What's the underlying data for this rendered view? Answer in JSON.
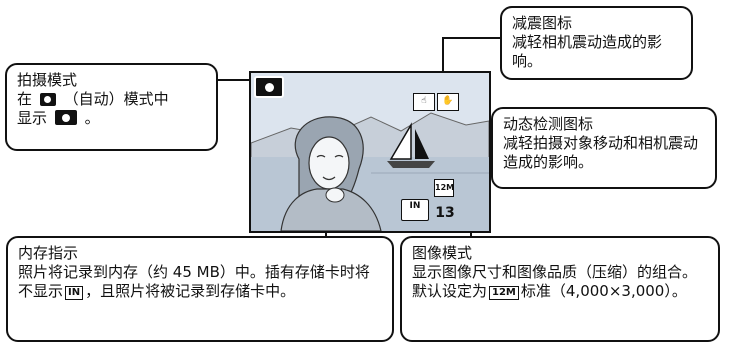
{
  "callouts": {
    "shooting_mode": {
      "title": "拍摄模式",
      "line1_prefix": "在",
      "line1_suffix": "（自动）模式中",
      "line2_prefix": "显示",
      "line2_suffix": "。"
    },
    "vr_icon": {
      "title": "减震图标",
      "text": "减轻相机震动造成的影响。"
    },
    "motion_icon": {
      "title": "动态检测图标",
      "text": "减轻拍摄对象移动和相机震动造成的影响。"
    },
    "memory": {
      "title": "内存指示",
      "text_prefix": "照片将记录到内存（约 45 MB）中。插有存储卡时将不显示",
      "mark": "IN",
      "text_suffix": "，且照片将被记录到存储卡中。"
    },
    "image_mode": {
      "title": "图像模式",
      "text_prefix": "显示图像尺寸和图像品质（压缩）的组合。默认设定为",
      "mark": "12M",
      "text_suffix": "标准（4,000×3,000）。"
    }
  },
  "screen": {
    "memory_indicator": "IN",
    "remaining_shots": "13",
    "image_mode_badge": "12M"
  }
}
